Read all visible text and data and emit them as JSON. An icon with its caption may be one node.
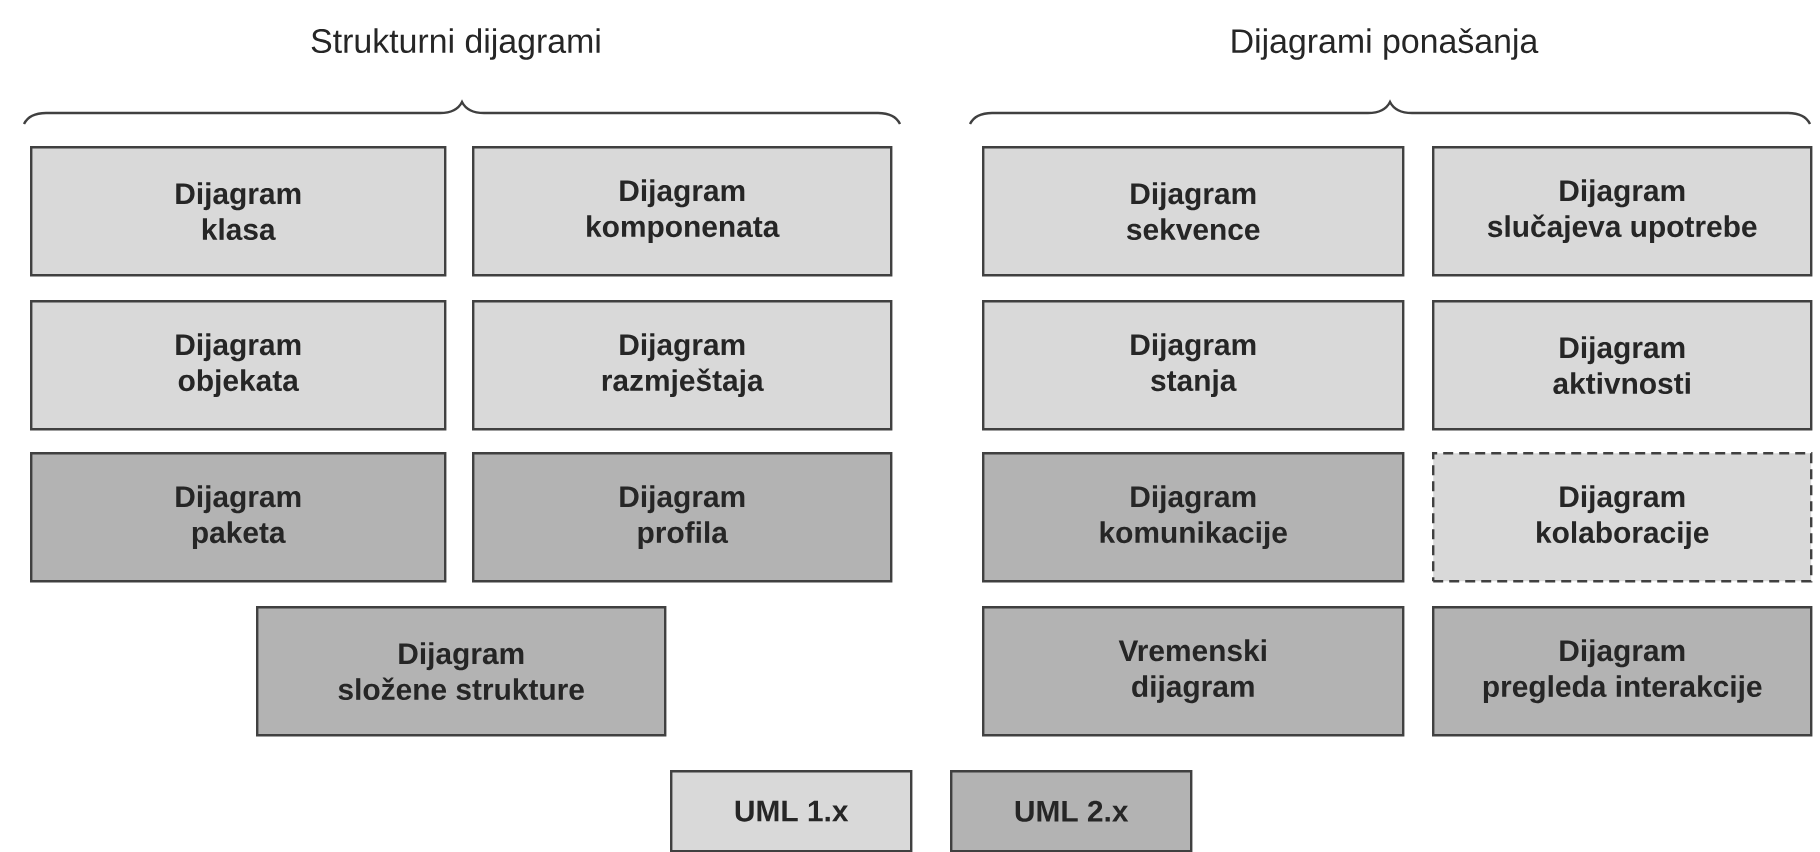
{
  "diagram": {
    "nodes": [
      {
        "text": [
          "Dijagram klasa"
        ]
      },
      {
        "text": [
          "Dijagram komponenata"
        ]
      },
      {
        "text": [
          "Dijagram objekata"
        ]
      },
      {
        "text": [
          "Dijagram razmještaja"
        ]
      },
      {
        "text": [
          "Dijagram paketa"
        ]
      },
      {
        "text": [
          "Dijagram profila"
        ]
      },
      {
        "text": [
          "Dijagram složene strukture"
        ]
      },
      {
        "text": [
          "Dijagram sekvence"
        ]
      },
      {
        "text": [
          "Dijagram slučajeva upotrebe"
        ]
      },
      {
        "text": [
          "Dijagram stanja"
        ]
      },
      {
        "text": [
          "Dijagram aktivnosti"
        ]
      },
      {
        "text": [
          "Dijagram komunikacije"
        ]
      },
      {
        "text": [
          "Dijagram kolaboracije"
        ]
      },
      {
        "text": [
          "Vremenski dijagram"
        ]
      },
      {
        "text": [
          "Dijagram pregleda interakcije"
        ]
      }
    ],
    "labels": [
      "Strukturni dijagrami",
      "Dijagrami ponašanja"
    ],
    "legend": [
      {
        "text": "UML 1.x",
        "color": "#d9d9d9"
      },
      {
        "text": "UML 2.x",
        "color": "#b3b3b3"
      }
    ]
  }
}
